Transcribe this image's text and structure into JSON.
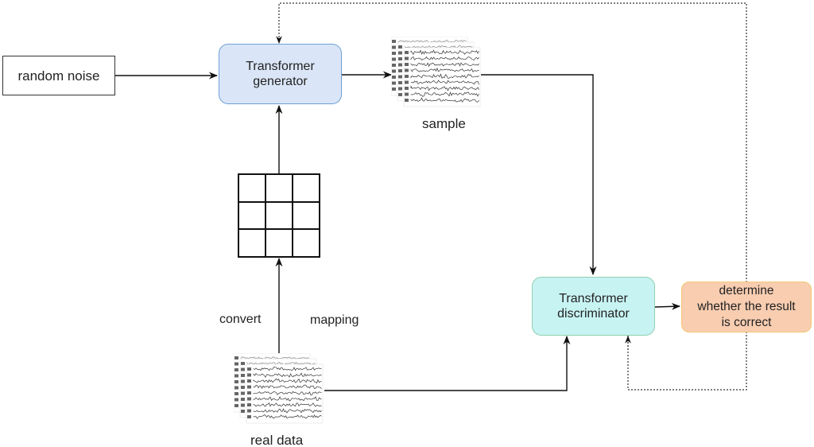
{
  "nodes": {
    "random_noise": "random noise",
    "generator": [
      "Transformer",
      "generator"
    ],
    "discriminator": [
      "Transformer",
      "discriminator"
    ],
    "determine": [
      "determine",
      "whether the result",
      "is correct"
    ]
  },
  "labels": {
    "sample": "sample",
    "real_data": "real data",
    "convert": "convert",
    "mapping": "mapping"
  },
  "matrix": {
    "rows": 3,
    "cols": 3
  },
  "colors": {
    "generator_fill": "#dae6f7",
    "generator_border": "#6f9fd8",
    "discriminator_fill": "#c8f3f3",
    "determine_fill": "#f8cdb0",
    "determine_border": "#f4c774",
    "arrow": "#111111"
  },
  "icons": {
    "sample_image": "eeg-signal-stack-icon",
    "real_data_image": "eeg-signal-stack-icon"
  }
}
